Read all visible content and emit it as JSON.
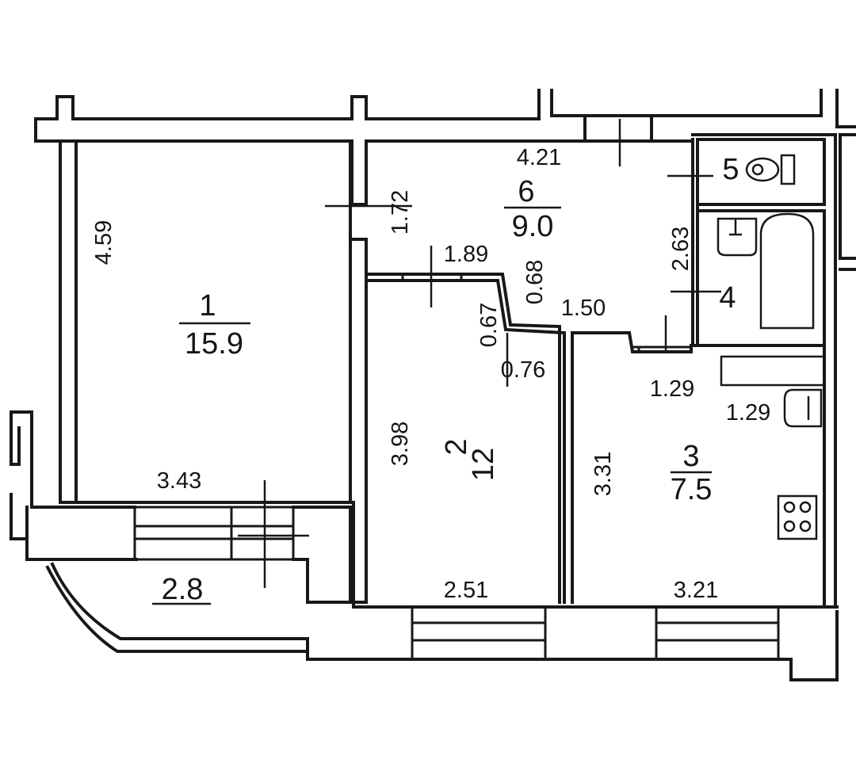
{
  "rooms": [
    {
      "number": "1",
      "area": "15.9"
    },
    {
      "number": "2",
      "area": "12"
    },
    {
      "number": "3",
      "area": "7.5"
    },
    {
      "number": "4"
    },
    {
      "number": "5"
    },
    {
      "number": "6",
      "area": "9.0"
    }
  ],
  "balcony": {
    "area": "2.8"
  },
  "dimensions": {
    "room1_height": "4.59",
    "room1_width": "3.43",
    "hall_width": "4.21",
    "hall_left_height": "1.72",
    "hall_lower_width": "1.89",
    "hall_step_068": "0.68",
    "hall_step_067": "0.67",
    "hall_step_076": "0.76",
    "hall_step_150": "1.50",
    "bath_height": "2.63",
    "room2_height": "3.98",
    "room2_width": "2.51",
    "kitchen_height": "3.31",
    "kitchen_width": "3.21",
    "kitchen_top_129a": "1.29",
    "kitchen_top_129b": "1.29"
  }
}
